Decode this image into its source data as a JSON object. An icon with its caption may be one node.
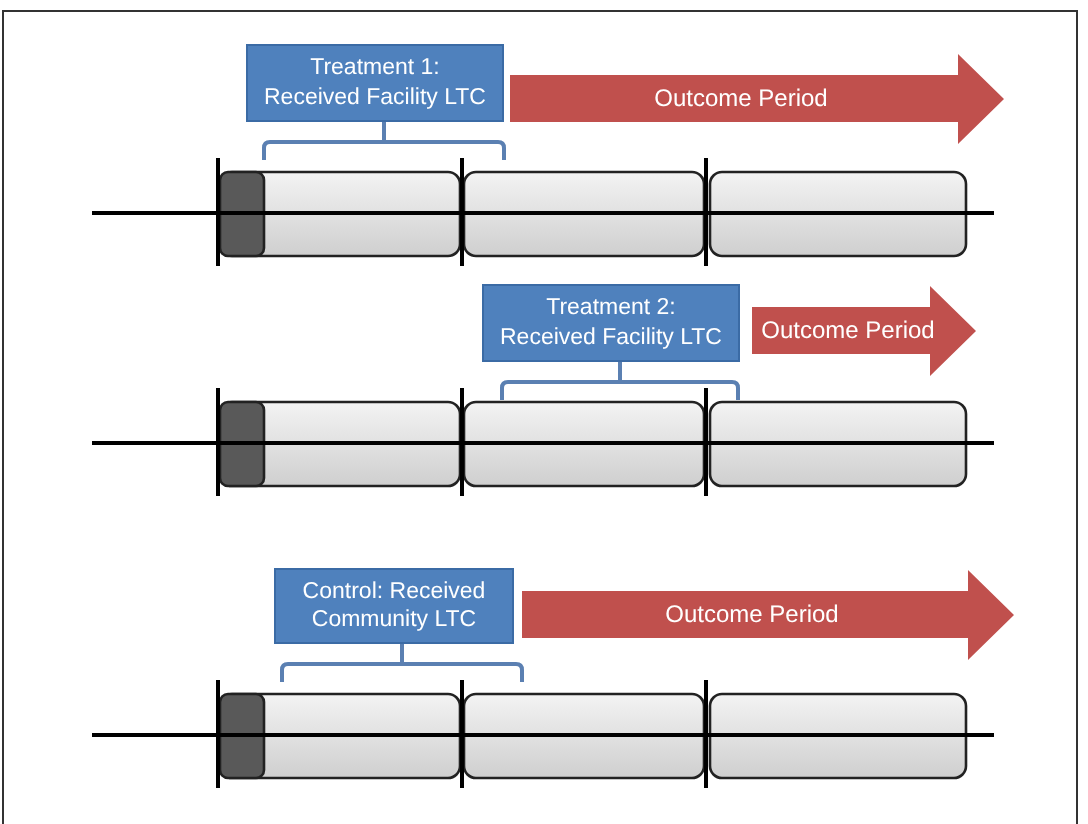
{
  "diagram": {
    "nodes": [
      {
        "text": [
          "Treatment 1: Received Facility LTC"
        ]
      },
      {
        "text": [
          "Outcome Period"
        ]
      },
      {
        "text": [
          "Treatment 2: Received Facility LTC"
        ]
      },
      {
        "text": [
          "Outcome Period"
        ]
      },
      {
        "text": [
          "Control: Received Community LTC"
        ]
      },
      {
        "text": [
          "Outcome Period"
        ]
      }
    ]
  }
}
